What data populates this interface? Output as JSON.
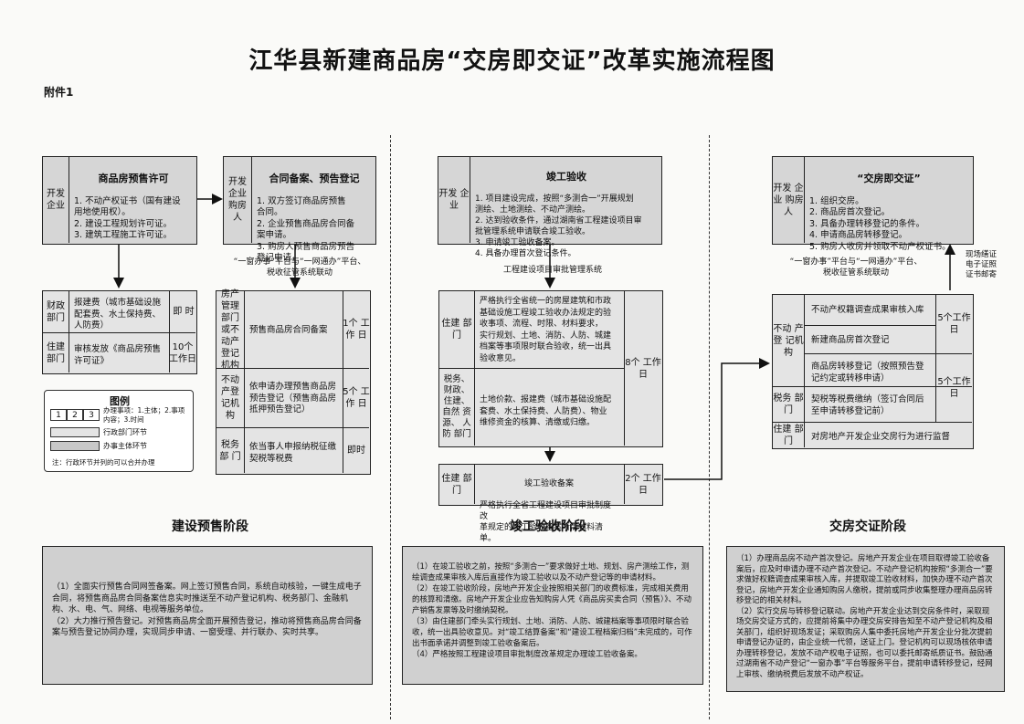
{
  "title": "江华县新建商品房“交房即交证”改革实施流程图",
  "annex": "附件1",
  "s1": {
    "box1": {
      "actor": "开发\n企业",
      "head": "商品房预售许可",
      "body": "1. 不动产权证书（国有建设\n用地使用权）。\n2. 建设工程规划许可证。\n3. 建筑工程施工许可证。"
    },
    "box2": {
      "actor": "开发\n企业\n\n购房\n人",
      "head": "合同备案、预告登记",
      "body": "1. 双方签订商品房预售\n合同。\n2. 企业预售商品房合同备\n案申请。\n3. 购房人预售商品房预告\n登记申请。"
    },
    "platform": "“一窗办事”平台与“一网通办”平台、\n税收征管系统联动",
    "table1": [
      {
        "dept": "财政\n部门",
        "content": "报建费（城市基础设施\n配套费、水土保持费、\n人防费）",
        "time": "即\n时"
      },
      {
        "dept": "住建\n部门",
        "content": "审核发放《商品房预售\n许可证》",
        "time": "10个\n工作日"
      }
    ],
    "table2": [
      {
        "dept": "房产\n管理\n部门\n或不\n动产\n登记\n机构",
        "content": "预售商品房合同备案",
        "time": "1个\n工作\n日"
      },
      {
        "dept": "不动\n产登\n记机\n构",
        "content": "依申请办理预售商品房\n预告登记（预售商品房\n抵押预告登记）",
        "time": "5个\n工作\n日"
      },
      {
        "dept": "税务\n部\n门",
        "content": "依当事人申报纳税征缴\n契税等税费",
        "time": "即时"
      }
    ],
    "legend": {
      "title": "图例",
      "n1": "1",
      "n2": "2",
      "n3": "3",
      "desc": "办理事项：1.主体；2.事项\n内容；3.时间",
      "admin": "行政部门环节",
      "corp": "办事主体环节",
      "footnote": "注：行政环节并列的可以合并办理"
    },
    "stage": "建设预售阶段",
    "note": "（1）全面实行预售合同网签备案。网上签订预售合同，系统自动核验，一键生成电子合同，将预售商品房合同备案信息实时推送至不动产登记机构、税务部门、金融机构、水、电、气、网络、电视等服务单位。\n（2）大力推行预告登记。对预售商品房全面开展预告登记，推动将预售商品房合同备案与预告登记协同办理，实现同步申请、一窗受理、并行联办、实时共享。"
  },
  "s2": {
    "box1": {
      "actor": "开发\n企业",
      "head": "竣工验收",
      "body": "1. 项目建设完成，按照“多测合一”开展规划\n测绘、土地测绘、不动产测绘。\n2. 达到验收条件，通过湖南省工程建设项目审\n批管理系统申请联合竣工验收。\n3. 申请竣工验收备案。\n4. 具备办理首次登记条件。"
    },
    "system": "工程建设项目审批管理系统",
    "rows": [
      {
        "dept": "住建\n部门",
        "content": "严格执行全省统一的房屋建筑和市政\n基础设施工程竣工验收办法规定的验\n收事项、流程、时限、材料要求，\n实行规划、土地、消防、人防、城建\n档案等事项限时联合验收，统一出具\n验收意见。"
      },
      {
        "dept": "税务、\n财政、\n住建、\n自然\n资源、\n人防\n部门",
        "content": "土地价款、报建费（城市基础设施配\n套费、水土保持费、人防费）、物业\n维修资金的核算、清缴或归缴。"
      }
    ],
    "time": "8个\n工作日",
    "filing": {
      "dept": "住建\n部门",
      "head": "竣工验收备案",
      "content": "严格执行全省工程建设项目审批制度改\n革规定的竣工验收备案所需材料清单。",
      "time": "2个\n工作\n日"
    },
    "stage": "竣工验收阶段",
    "note": "（1）在竣工验收之前，按照“多测合一”要求做好土地、规划、房产测绘工作，测绘调查成果审核入库后直接作为竣工验收以及不动产登记等的申请材料。\n（2）在竣工验收阶段，房地产开发企业按照相关部门的收费标准，完成相关费用的核算和清缴。房地产开发企业应告知购房人凭《商品房买卖合同（预售）》、不动产销售发票等及时缴纳契税。\n（3）由住建部门牵头实行规划、土地、消防、人防、城建档案等事项限时联合验收，统一出具验收意见。对“竣工结算备案”和“建设工程档案归档”未完成的，可作出书面承诺并调整到竣工验收备案后。\n（4）严格按照工程建设项目审批制度改革规定办理竣工验收备案。"
  },
  "s3": {
    "box1": {
      "actor": "开发\n企业\n\n购房\n人",
      "head": "“交房即交证”",
      "body": "1. 组织交房。\n2. 商品房首次登记。\n3. 具备办理转移登记的条件。\n4. 申请商品房转移登记。\n5. 购房人收房并领取不动产权证书。"
    },
    "platform": "“一窗办事”平台与“一网通办”平台、\n税收征管系统联动",
    "side": "现场缮证\n电子证照\n证书邮寄",
    "group": {
      "dept": "不动\n产登\n记机\n构",
      "items": [
        "不动产权籍调查成果审核入库",
        "新建商品房首次登记",
        "商品房转移登记（按照预告登\n记约定或转移申请）"
      ]
    },
    "tax": {
      "dept": "税务\n部门",
      "content": "契税等税费缴纳（签订合同后\n至申请转移登记前）"
    },
    "housing": {
      "dept": "住建\n部门",
      "content": "对房地产开发企业交房行为进行监督"
    },
    "time_a": "5个工作\n日",
    "time_b": "5个工作\n日",
    "stage": "交房交证阶段",
    "note": "（1）办理商品房不动产首次登记。房地产开发企业在项目取得竣工验收备案后，应及时申请办理不动产首次登记。不动产登记机构按照“多测合一”要求做好权籍调查成果审核入库，并提取竣工验收材料，加快办理不动产首次登记，房地产开发企业通知购房人缴税，提前或同步收集整理办理商品房转移登记的相关材料。\n（2）实行交房与转移登记联动。房地产开发企业达到交房条件时，采取现场交房交证方式的，应提前将集中办理交房安排告知至不动产登记机构及相关部门，组织好现场发证；采取购房人集中委托房地产开发企业分批次提前申请登记办证的，由企业统一代领，送证上门。登记机构可以现场核依申请办理转移登记，发放不动产权电子证照，也可以委托邮寄纸质证书。鼓励通过湖南省不动产登记“一窗办事”平台等服务平台，提前申请转移登记，经网上审核、缴纳税费后发放不动产权证。"
  }
}
